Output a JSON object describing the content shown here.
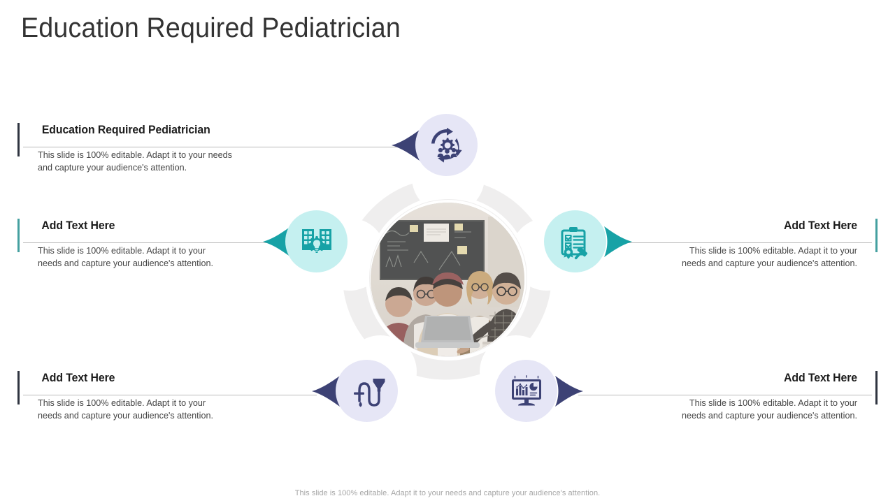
{
  "slide": {
    "title": "Education Required Pediatrician",
    "footer_note": "This slide is 100% editable. Adapt it to your needs and capture your audience's attention.",
    "background_color": "#ffffff"
  },
  "colors": {
    "title_text": "#333333",
    "heading_text": "#1c1c1c",
    "body_text": "#444444",
    "navy_accent": "#2f3440",
    "navy_icon": "#3d4275",
    "teal_accent": "#44a0a0",
    "teal_icon": "#17a2a6",
    "node_lavender_bg": "#e6e6f6",
    "node_cyan_bg": "#c5f0f0",
    "ring_gray": "#efeeee",
    "connector_line": "#b9b9b9",
    "footer_text": "#a6a6a6"
  },
  "center": {
    "photo_alt": "Group of five students gathered around a laptop in a classroom with a chalkboard",
    "ring_shape_name": "five-lobe-ring"
  },
  "nodes": [
    {
      "id": "top",
      "icon": "people-gear-cycle-icon",
      "icon_color": "#3d4275",
      "bg": "#e6e6f6"
    },
    {
      "id": "left",
      "icon": "buildings-gear-bulb-icon",
      "icon_color": "#17a2a6",
      "bg": "#c5f0f0"
    },
    {
      "id": "right",
      "icon": "certificate-clipboard-gavel-icon",
      "icon_color": "#17a2a6",
      "bg": "#c5f0f0"
    },
    {
      "id": "bottom-left",
      "icon": "iv-drip-tube-icon",
      "icon_color": "#3d4275",
      "bg": "#e6e6f6"
    },
    {
      "id": "bottom-right",
      "icon": "monitor-dashboard-chart-icon",
      "icon_color": "#3d4275",
      "bg": "#e6e6f6"
    }
  ],
  "arrows": [
    {
      "id": "top",
      "direction": "left",
      "color": "#3d4275"
    },
    {
      "id": "left",
      "direction": "left",
      "color": "#17a2a6"
    },
    {
      "id": "right",
      "direction": "right",
      "color": "#17a2a6"
    },
    {
      "id": "bottom-left",
      "direction": "left",
      "color": "#3d4275"
    },
    {
      "id": "bottom-right",
      "direction": "right",
      "color": "#3d4275"
    }
  ],
  "blocks": {
    "top_left": {
      "heading": "Education Required Pediatrician",
      "body": "This slide is 100% editable.  Adapt it to your needs and capture your audience's attention.",
      "bar_color": "navy",
      "align": "left"
    },
    "mid_left": {
      "heading": "Add Text Here",
      "body": "This slide is 100% editable.  Adapt it to your needs and capture your audience's attention.",
      "bar_color": "teal",
      "align": "left"
    },
    "mid_right": {
      "heading": "Add Text Here",
      "body": "This slide is 100% editable.  Adapt it to your needs and capture your audience's attention.",
      "bar_color": "teal",
      "align": "right"
    },
    "bottom_left": {
      "heading": "Add Text Here",
      "body": "This slide is 100% editable.  Adapt it to your needs and capture your audience's attention.",
      "bar_color": "navy",
      "align": "left"
    },
    "bottom_right": {
      "heading": "Add Text Here",
      "body": "This slide is 100% editable.  Adapt it to your needs and capture your audience's attention.",
      "bar_color": "navy",
      "align": "right"
    }
  }
}
